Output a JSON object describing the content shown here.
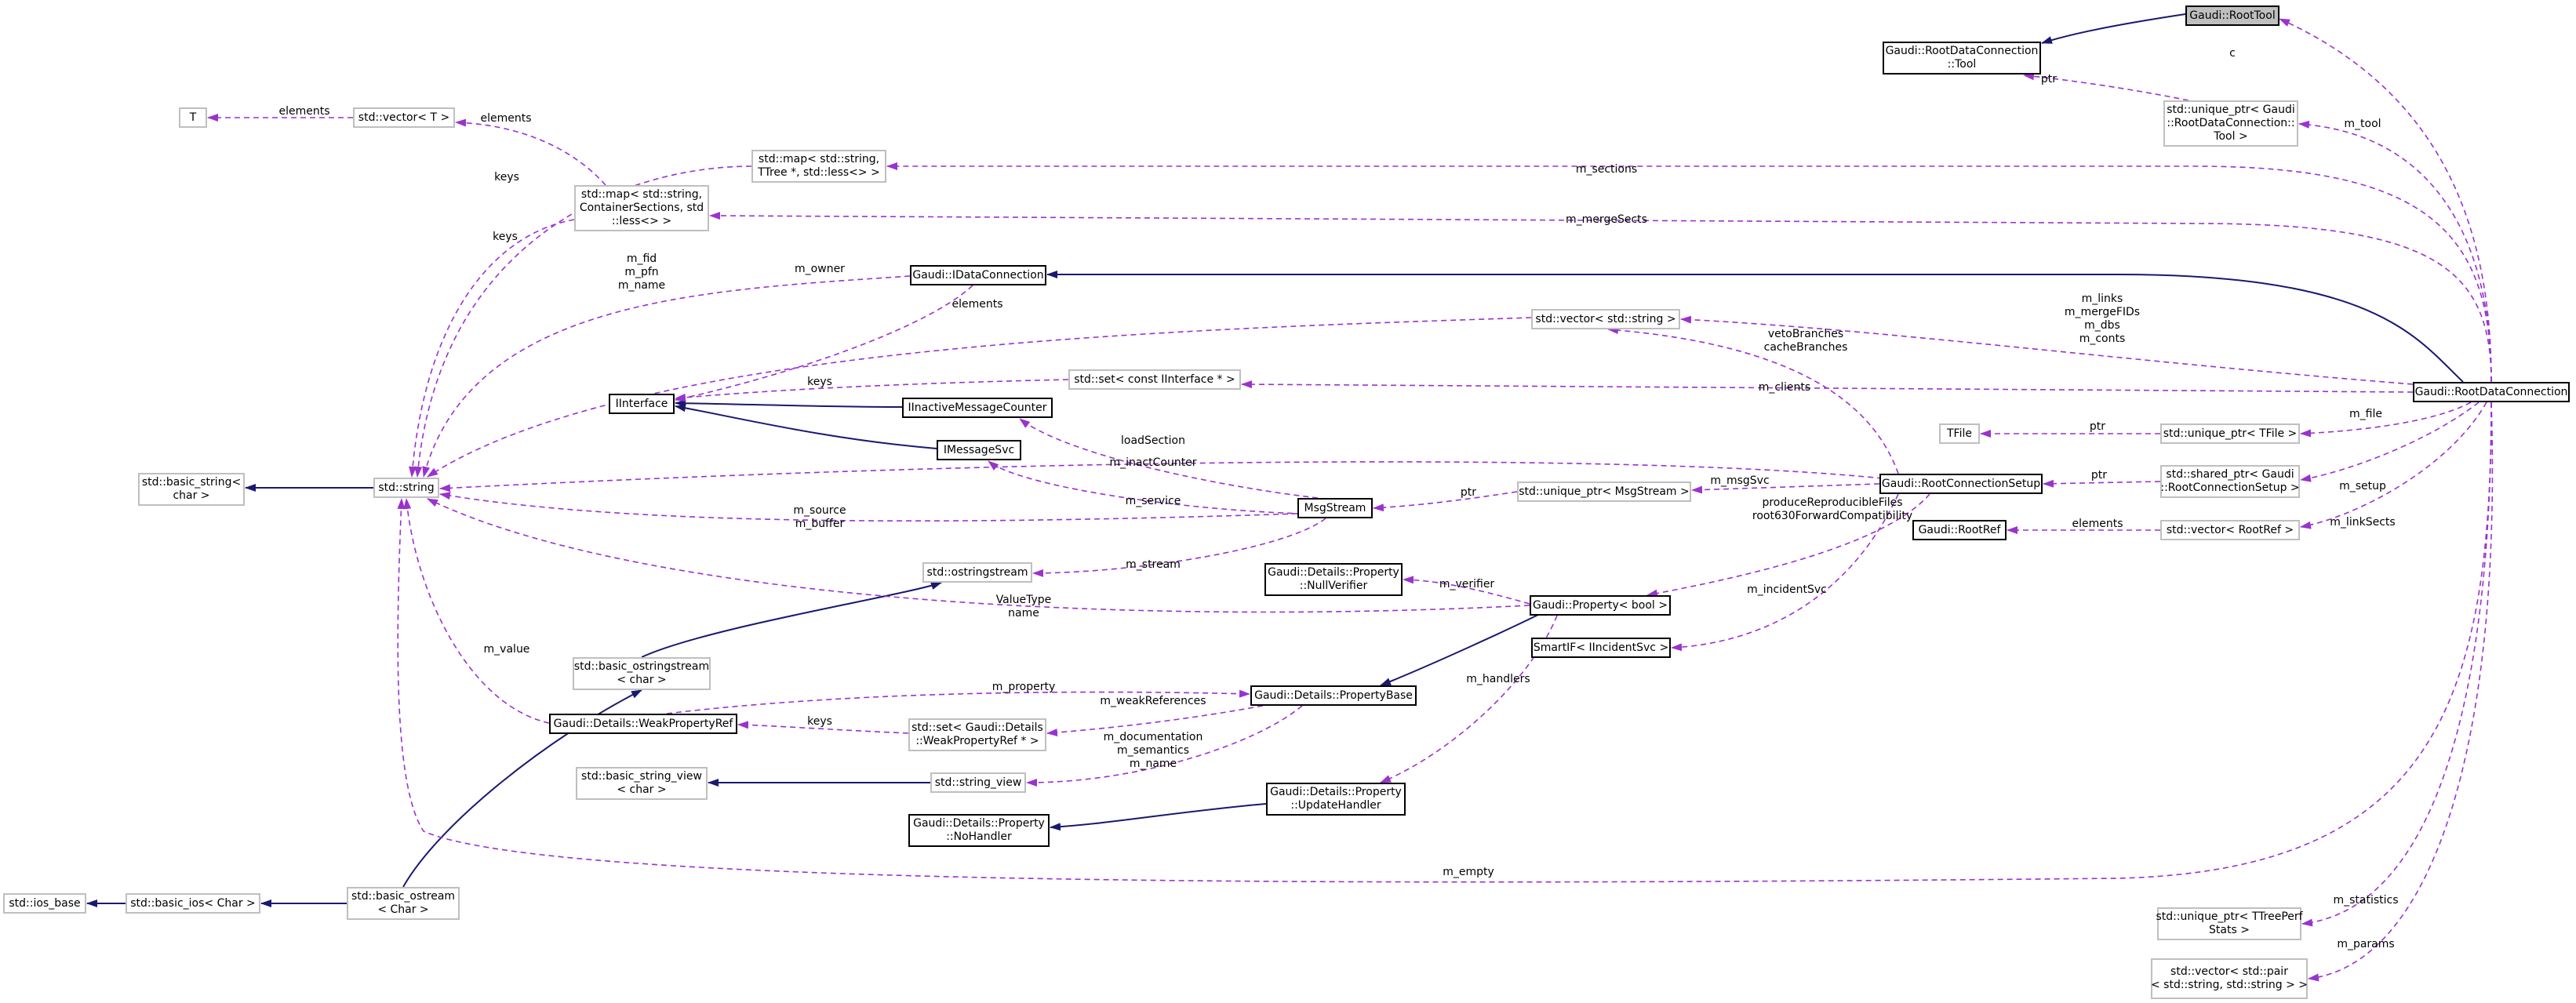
{
  "colors": {
    "inheritance": "#191970",
    "usage": "#9a32cd",
    "border_plain": "#bfbfbf",
    "border_documented": "#000000",
    "root_fill": "#bfbfbf"
  },
  "nodes": {
    "root_tool": "Gaudi::RootTool",
    "rdc_tool": "Gaudi::RootDataConnection\n::Tool",
    "unique_ptr_tool": "std::unique_ptr< Gaudi\n::RootDataConnection::\nTool >",
    "T": "T",
    "vector_T": "std::vector< T >",
    "map_ttree": "std::map< std::string,\nTTree *, std::less<> >",
    "map_sections": "std::map< std::string,\nContainerSections, std\n::less<> >",
    "idataconnection": "Gaudi::IDataConnection",
    "vector_string": "std::vector< std::string >",
    "rootdataconnection": "Gaudi::RootDataConnection",
    "iinterface": "IInterface",
    "iinactive": "IInactiveMessageCounter",
    "set_iinterface": "std::set< const IInterface * >",
    "tfile": "TFile",
    "unique_ptr_tfile": "std::unique_ptr< TFile >",
    "basic_string": "std::basic_string<\nchar >",
    "std_string": "std::string",
    "imessagesvc": "IMessageSvc",
    "msgstream": "MsgStream",
    "unique_ptr_msgstream": "std::unique_ptr< MsgStream >",
    "rootconnectionsetup": "Gaudi::RootConnectionSetup",
    "shared_ptr_setup": "std::shared_ptr< Gaudi\n::RootConnectionSetup >",
    "rootref": "Gaudi::RootRef",
    "vector_rootref": "std::vector< RootRef >",
    "ostringstream": "std::ostringstream",
    "nullverifier": "Gaudi::Details::Property\n::NullVerifier",
    "property_bool": "Gaudi::Property< bool >",
    "smartif": "SmartIF< IIncidentSvc >",
    "basic_ostringstream": "std::basic_ostringstream\n< char >",
    "weakpropertyref": "Gaudi::Details::WeakPropertyRef",
    "propertybase": "Gaudi::Details::PropertyBase",
    "set_weakref": "std::set< Gaudi::Details\n::WeakPropertyRef * >",
    "basic_string_view": "std::basic_string_view\n< char >",
    "string_view": "std::string_view",
    "nohandler": "Gaudi::Details::Property\n::NoHandler",
    "updatehandler": "Gaudi::Details::Property\n::UpdateHandler",
    "ios_base": "std::ios_base",
    "basic_ios": "std::basic_ios< Char >",
    "basic_ostream": "std::basic_ostream\n< Char >",
    "unique_ptr_perf": "std::unique_ptr< TTreePerf\nStats >",
    "vector_pair": "std::vector< std::pair\n< std::string, std::string > >"
  },
  "labels": {
    "c": "c",
    "ptr_tool": "ptr",
    "m_tool": "m_tool",
    "elements_T": "elements",
    "elements_vecT": "elements",
    "keys_ttree": "keys",
    "m_sections": "m_sections",
    "keys_sections": "keys",
    "m_mergeSects": "m_mergeSects",
    "m_fid_group": "m_fid\nm_pfn\nm_name",
    "m_owner": "m_owner",
    "elements_vecstr": "elements",
    "m_links_group": "m_links\nm_mergeFIDs\nm_dbs\nm_conts",
    "vetoBranches_group": "vetoBranches\ncacheBranches",
    "keys_iinterface": "keys",
    "m_clients": "m_clients",
    "m_file": "m_file",
    "ptr_tfile": "ptr",
    "loadSection": "loadSection",
    "m_inactCounter": "m_inactCounter",
    "m_service": "m_service",
    "m_source_group": "m_source\nm_buffer",
    "ptr_msgstream": "ptr",
    "m_msgSvc": "m_msgSvc",
    "ptr_setup": "ptr",
    "m_setup": "m_setup",
    "produce_group": "produceReproducibleFiles\nroot630ForwardCompatibility",
    "elements_rootref": "elements",
    "m_linkSects": "m_linkSects",
    "m_stream": "m_stream",
    "m_verifier": "m_verifier",
    "valuetype_group": "ValueType\nname",
    "m_incidentSvc": "m_incidentSvc",
    "m_value": "m_value",
    "m_property": "m_property",
    "m_handlers": "m_handlers",
    "m_weakReferences": "m_weakReferences",
    "keys_weakref": "keys",
    "m_doc_group": "m_documentation\nm_semantics\nm_name",
    "m_empty": "m_empty",
    "m_statistics": "m_statistics",
    "m_params": "m_params"
  }
}
